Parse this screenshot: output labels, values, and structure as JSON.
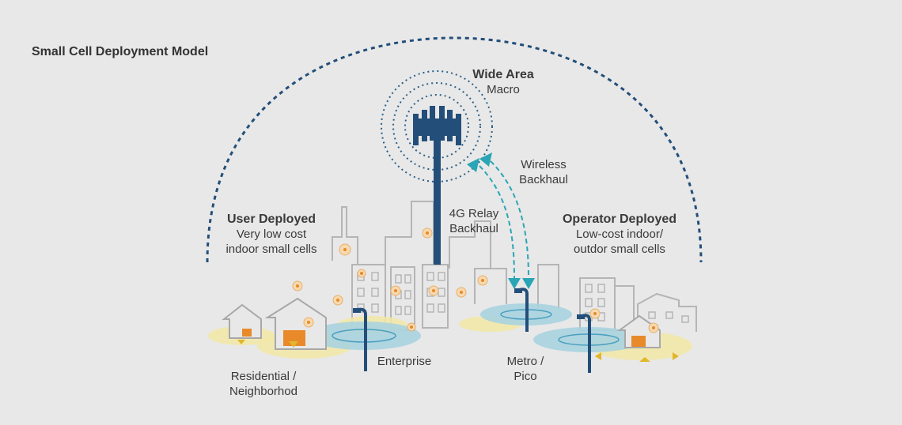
{
  "title": "Small Cell Deployment Model",
  "labels": {
    "wide_area": {
      "heading": "Wide Area",
      "sub": "Macro"
    },
    "wireless_backhaul": {
      "line1": "Wireless",
      "line2": "Backhaul"
    },
    "relay_backhaul": {
      "line1": "4G Relay",
      "line2": "Backhaul"
    },
    "user_deployed": {
      "heading": "User Deployed",
      "line1": "Very low cost",
      "line2": "indoor small cells"
    },
    "operator_deployed": {
      "heading": "Operator Deployed",
      "line1": "Low-cost indoor/",
      "line2": "outdor small cells"
    },
    "residential": {
      "line1": "Residential /",
      "line2": "Neighborhod"
    },
    "enterprise": "Enterprise",
    "metro": {
      "line1": "Metro /",
      "line2": "Pico"
    }
  },
  "colors": {
    "background": "#e8e8e8",
    "dome": "#234e79",
    "tower": "#234e79",
    "building_outline": "#b5b5b5",
    "coverage_yellow": "#f2e7a6",
    "coverage_blue": "#a9d3e0",
    "backhaul_teal": "#2aa5b5",
    "small_cell_orange": "#e88a2a"
  }
}
